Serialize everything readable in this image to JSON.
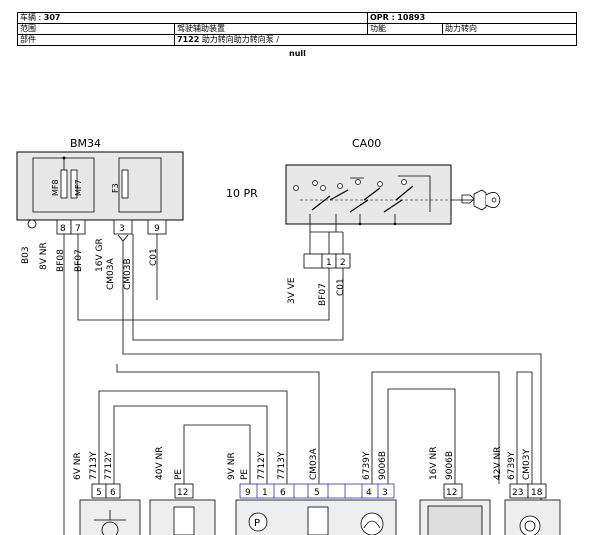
{
  "header": {
    "vehicle_label": "车辆 :",
    "vehicle_value": "307",
    "opr_label": "OPR :",
    "opr_value": "10893",
    "scope_label": "范围",
    "scope_value": "驾驶辅助装置",
    "function_label": "功能",
    "function_value": "助力转向",
    "part_label": "部件",
    "part_code": "7122",
    "part_value": "助力转向助力转向泵 /",
    "note": "null"
  },
  "bm34": {
    "title": "BM34",
    "fuses": [
      "MF8",
      "MF7",
      "F3"
    ],
    "pins": [
      "8",
      "7",
      "3",
      "9"
    ],
    "ground_label": "B03",
    "wires": [
      "8V NR",
      "BF08",
      "BF07",
      "16V GR",
      "CM03A",
      "CM03B",
      "C01"
    ]
  },
  "ca00": {
    "title": "CA00",
    "pr_label": "10 PR",
    "pins": [
      "1",
      "2"
    ],
    "wires": [
      "3V VE",
      "BF07",
      "C01"
    ]
  },
  "connectors": [
    {
      "header": "6V NR",
      "wires": [
        "7713Y",
        "7712Y"
      ],
      "pins": [
        "5",
        "6"
      ]
    },
    {
      "header": "40V NR",
      "wires": [
        "PE"
      ],
      "pins": [
        "12"
      ]
    },
    {
      "header": "9V NR",
      "wires": [
        "PE",
        "7712Y",
        "7713Y",
        "CM03A",
        "6739Y",
        "9006B"
      ],
      "pins": [
        "9",
        "1",
        "6",
        "5",
        "4",
        "3"
      ]
    },
    {
      "header": "16V NR",
      "wires": [
        "9006B"
      ],
      "pins": [
        "12"
      ]
    },
    {
      "header": "42V NR",
      "wires": [
        "6739Y",
        "CM03Y"
      ],
      "pins": [
        "23",
        "18"
      ]
    }
  ]
}
